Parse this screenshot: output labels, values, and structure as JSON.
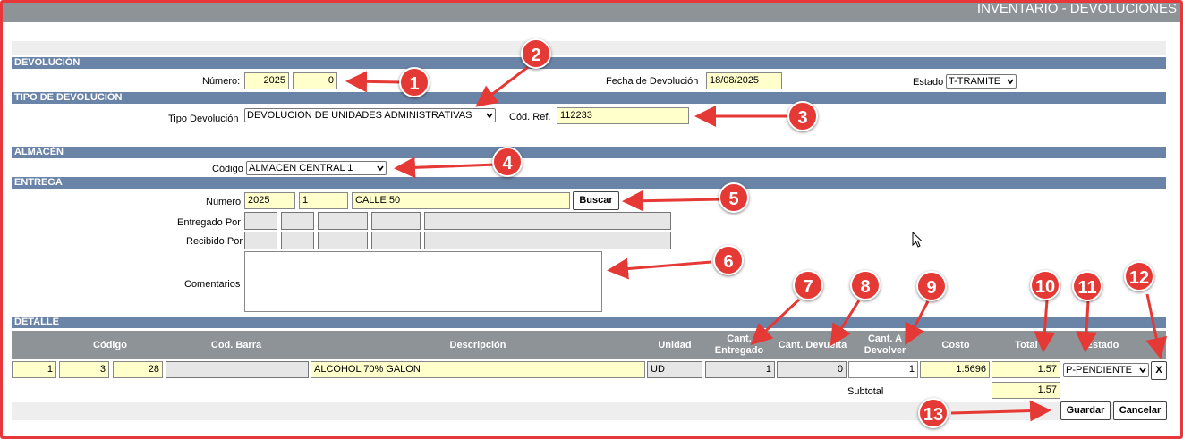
{
  "window": {
    "title": "INVENTARIO - DEVOLUCIONES"
  },
  "sections": {
    "devolucion": "DEVOLUCIÓN",
    "tipo": "TIPO DE DEVOLUCIÓN",
    "almacen": "ALMACÉN",
    "entrega": "ENTREGA",
    "detalle": "DETALLE"
  },
  "devolucion": {
    "numero_label": "Número:",
    "numero_year": "2025",
    "numero_seq": "0",
    "fecha_label": "Fecha de Devolución",
    "fecha_value": "18/08/2025",
    "estado_label": "Estado",
    "estado_value": "T-TRAMITE"
  },
  "tipo": {
    "tipo_label": "Tipo Devolución",
    "tipo_value": "DEVOLUCION DE UNIDADES ADMINISTRATIVAS",
    "codref_label": "Cód. Ref.",
    "codref_value": "112233"
  },
  "almacen": {
    "codigo_label": "Código",
    "codigo_value": "ALMACEN CENTRAL 1"
  },
  "entrega": {
    "numero_label": "Número",
    "numero_year": "2025",
    "numero_seq": "1",
    "numero_desc": "CALLE 50",
    "buscar_label": "Buscar",
    "entregado_label": "Entregado Por",
    "recibido_label": "Recibido Por",
    "comentarios_label": "Comentarios"
  },
  "detalle": {
    "columns": [
      "Código",
      "Cod. Barra",
      "Descripción",
      "Unidad",
      "Cant. Entregado",
      "Cant. Devuelta",
      "Cant. A Devolver",
      "Costo",
      "Total",
      "Estado"
    ],
    "rows": [
      {
        "linea": "1",
        "codigo_a": "3",
        "codigo_b": "28",
        "cod_barra": "",
        "descripcion": "ALCOHOL 70% GALON",
        "unidad": "UD",
        "cant_entregado": "1",
        "cant_devuelta": "0",
        "cant_devolver": "1",
        "costo": "1.5696",
        "total": "1.57",
        "estado": "P-PENDIENTE",
        "remove_label": "X"
      }
    ],
    "subtotal_label": "Subtotal",
    "subtotal_value": "1.57"
  },
  "actions": {
    "guardar": "Guardar",
    "cancelar": "Cancelar"
  },
  "annotations": [
    "1",
    "2",
    "3",
    "4",
    "5",
    "6",
    "7",
    "8",
    "9",
    "10",
    "11",
    "12",
    "13"
  ],
  "colors": {
    "accent_red": "#e53935",
    "section_blue": "#6a84a8",
    "input_yellow": "#ffffcc",
    "header_gray": "#8e9398"
  }
}
